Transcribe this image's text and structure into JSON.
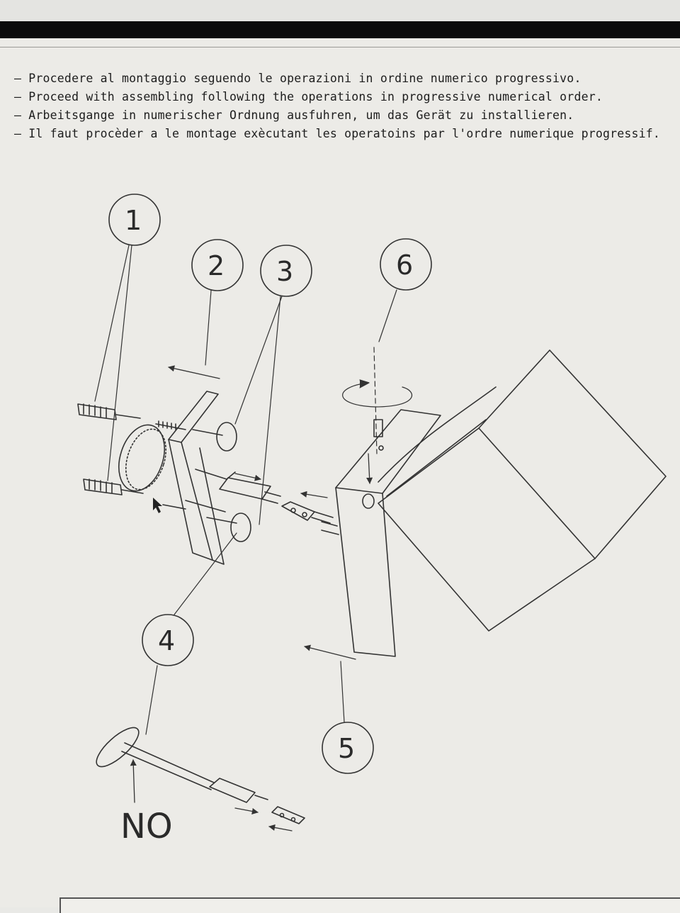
{
  "instructions": [
    "– Procedere al montaggio seguendo le operazioni in ordine numerico progressivo.",
    "– Proceed with assembling following the operations in progressive numerical order.",
    "– Arbeitsgange in numerischer Ordnung  ausfuhren, um das Gerät zu  installieren.",
    "– Il faut procèder a le montage exècutant les operatoins par l'ordre numerique progressif."
  ],
  "callouts": [
    "1",
    "2",
    "3",
    "4",
    "5",
    "6"
  ],
  "warning_label": "NO"
}
